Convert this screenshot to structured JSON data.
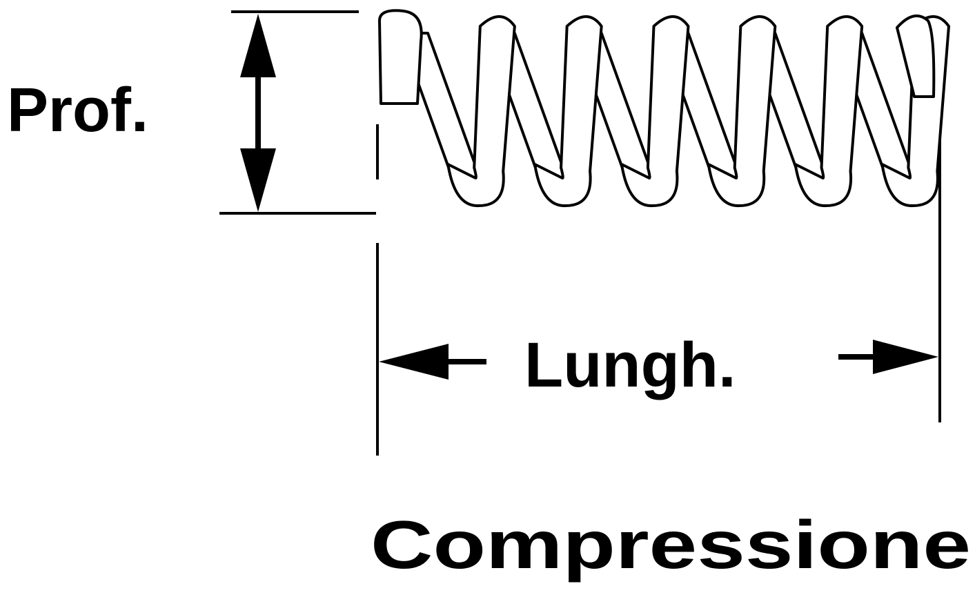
{
  "labels": {
    "depth": "Prof.",
    "length": "Lungh.",
    "caption": "Compressione"
  },
  "colors": {
    "ink": "#000000",
    "coil_fill": "#ffffff",
    "background": "#ffffff"
  },
  "spring": {
    "type": "compression",
    "coil_count": 6
  }
}
